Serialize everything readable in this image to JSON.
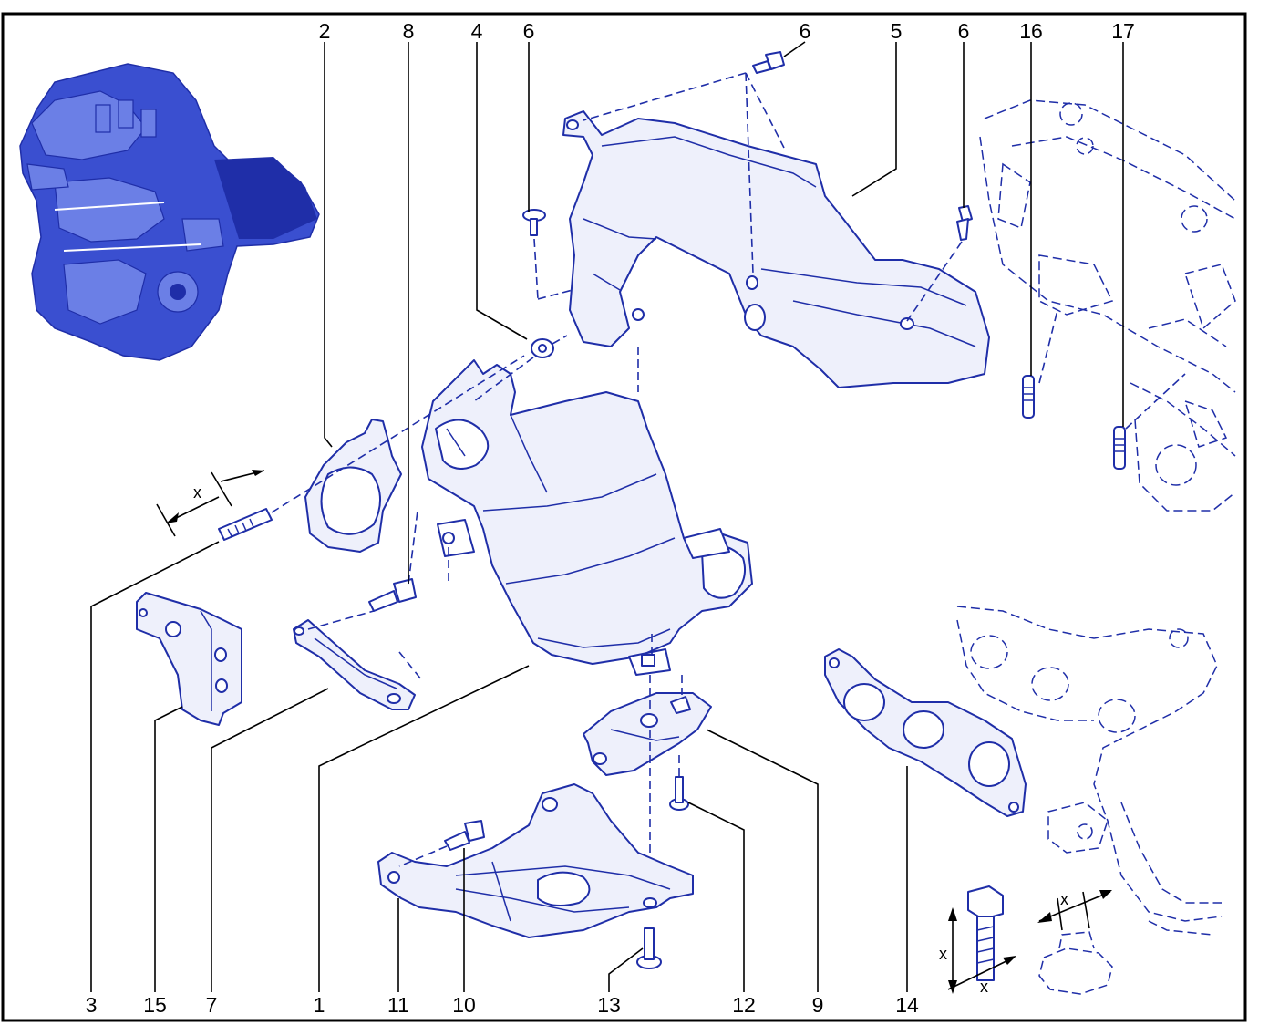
{
  "callouts": {
    "c1": "1",
    "c2": "2",
    "c3": "3",
    "c4": "4",
    "c5": "5",
    "c6a": "6",
    "c6b": "6",
    "c6c": "6",
    "c7": "7",
    "c8": "8",
    "c9": "9",
    "c10": "10",
    "c11": "11",
    "c12": "12",
    "c13": "13",
    "c14": "14",
    "c15": "15",
    "c16": "16",
    "c17": "17"
  },
  "dimensions": {
    "stud_length": "x",
    "bolt_length": "x",
    "bolt_diameter": "x",
    "nut_width": "x"
  },
  "colors": {
    "line_art": "#1f2ea8",
    "engine_fill": "#3a4fd0",
    "frame": "#000000"
  }
}
